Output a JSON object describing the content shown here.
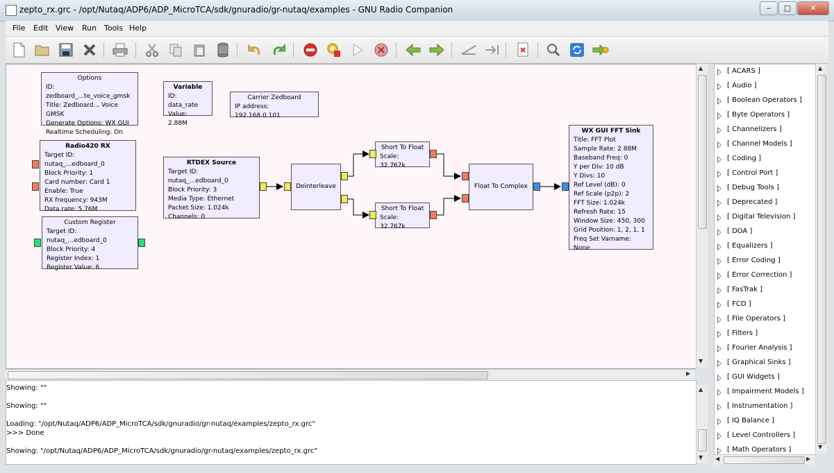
{
  "window": {
    "title": "zepto_rx.grc - /opt/Nutaq/ADP6/ADP_MicroTCA/sdk/gnuradio/gr-nutaq/examples - GNU Radio Companion",
    "minimize": "‒",
    "maximize": "□",
    "close": "✕"
  },
  "menu": [
    "File",
    "Edit",
    "View",
    "Run",
    "Tools",
    "Help"
  ],
  "toolbar_icons": [
    "new-file-icon",
    "open-file-icon",
    "save-icon",
    "close-icon",
    "print-icon",
    "cut-icon",
    "copy-icon",
    "paste-icon",
    "delete-icon",
    "undo-icon",
    "redo-icon",
    "disable-icon",
    "generate-icon",
    "execute-icon",
    "kill-icon",
    "move-left-icon",
    "move-right-icon",
    "rotate-ccw-icon",
    "rotate-cw-icon",
    "errors-icon",
    "find-icon",
    "reload-icon",
    "bypass-icon"
  ],
  "blocks": {
    "options": {
      "title": "Options",
      "lines": [
        "ID: zedboard_...te_voice_gmsk",
        "Title: Zedboard... Voice GMSK",
        "Generate Options: WX GUI",
        "Realtime Scheduling: On"
      ]
    },
    "variable": {
      "title": "Variable",
      "lines": [
        "ID: data_rate",
        "Value: 2.88M"
      ]
    },
    "carrier": {
      "title": "Carrier Zedboard",
      "lines": [
        "IP address: 192.168.0.101"
      ]
    },
    "radio420": {
      "title": "Radio420 RX",
      "lines": [
        "Target ID: nutaq_...edboard_0",
        "Block Priority: 1",
        "Card number: Card 1",
        "Enable: True",
        "RX frequency: 943M",
        "Data rate: 5.76M"
      ]
    },
    "rtdex": {
      "title": "RTDEX Source",
      "lines": [
        "Target ID: nutaq_...edboard_0",
        "Block Priority: 3",
        "Media Type: Ethernet",
        "Packet Size: 1.024k",
        "Channels: 0"
      ]
    },
    "custom": {
      "title": "Custom Register",
      "lines": [
        "Target ID: nutaq_...edboard_0",
        "Block Priority: 4",
        "Register Index: 1",
        "Register Value: 6"
      ]
    },
    "deinterleave": {
      "title": "Deinterleave"
    },
    "short1": {
      "title": "Short To Float",
      "lines": [
        "Scale: 32.767k"
      ]
    },
    "short2": {
      "title": "Short To Float",
      "lines": [
        "Scale: 32.767k"
      ]
    },
    "f2c": {
      "title": "Float To Complex"
    },
    "fft": {
      "title": "WX GUI FFT Sink",
      "lines": [
        "Title: FFT Plot",
        "Sample Rate: 2.88M",
        "Baseband Freq: 0",
        "Y per Div: 10 dB",
        "Y Divs: 10",
        "Ref Level (dB): 0",
        "Ref Scale (p2p): 2",
        "FFT Size: 1.024k",
        "Refresh Rate: 15",
        "Window Size: 450, 300",
        "Grid Position: 1, 2, 1, 1",
        "Freq Set Varname: None"
      ]
    }
  },
  "console": [
    "Showing: \"\"",
    "Showing: \"\"",
    "Loading: \"/opt/Nutaq/ADP6/ADP_MicroTCA/sdk/gnuradio/gr-nutaq/examples/zepto_rx.grc\"",
    ">>> Done",
    "Showing: \"/opt/Nutaq/ADP6/ADP_MicroTCA/sdk/gnuradio/gr-nutaq/examples/zepto_rx.grc\""
  ],
  "categories": [
    "[ ACARS ]",
    "[ Audio ]",
    "[ Boolean Operators ]",
    "[ Byte Operators ]",
    "[ Channelizers ]",
    "[ Channel Models ]",
    "[ Coding ]",
    "[ Control Port ]",
    "[ Debug Tools ]",
    "[ Deprecated ]",
    "[ Digital Television ]",
    "[ DOA ]",
    "[ Equalizers ]",
    "[ Error Coding ]",
    "[ Error Correction ]",
    "[ FasTrak ]",
    "[ FCD ]",
    "[ File Operators ]",
    "[ Filters ]",
    "[ Fourier Analysis ]",
    "[ Graphical Sinks ]",
    "[ GUI Widgets ]",
    "[ Impairment Models ]",
    "[ Instrumentation ]",
    "[ IQ Balance ]",
    "[ Level Controllers ]",
    "[ Math Operators ]"
  ],
  "colors": {
    "canvas": "#fff6fa",
    "block": "#f1ecff",
    "short_port": "#f2e85a",
    "float_port": "#f27c5a",
    "complex_port": "#3b8ee8",
    "message_port": "#25e07a"
  }
}
